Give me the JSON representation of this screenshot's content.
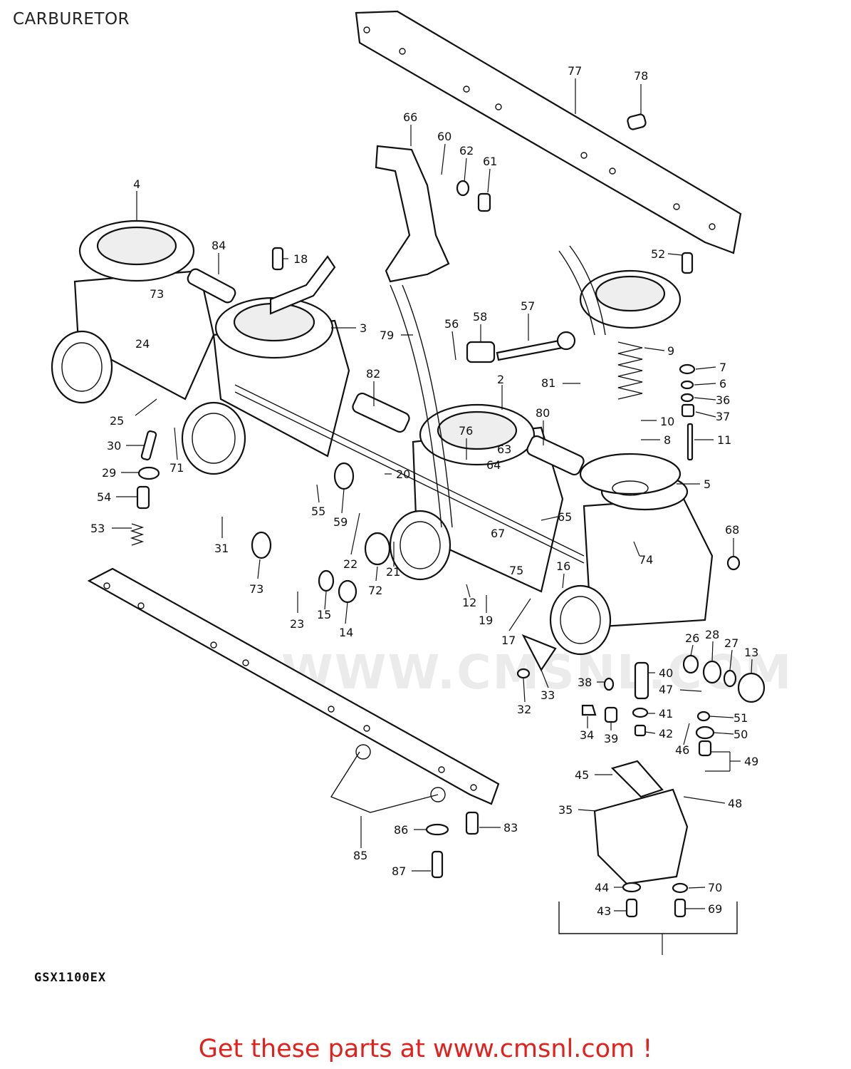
{
  "title": "CARBURETOR",
  "model": "GSX1100EX",
  "footer": "Get these parts at www.cmsnl.com !",
  "watermark": "WWW.CMSNL.COM",
  "callouts": [
    "77",
    "78",
    "66",
    "60",
    "62",
    "61",
    "4",
    "84",
    "18",
    "73",
    "3",
    "52",
    "9",
    "7",
    "6",
    "36",
    "37",
    "10",
    "8",
    "11",
    "5",
    "56",
    "58",
    "57",
    "79",
    "81",
    "24",
    "82",
    "2",
    "80",
    "76",
    "63",
    "64",
    "25",
    "30",
    "71",
    "29",
    "20",
    "65",
    "54",
    "55",
    "59",
    "68",
    "53",
    "31",
    "22",
    "74",
    "67",
    "75",
    "73",
    "21",
    "16",
    "72",
    "12",
    "19",
    "23",
    "15",
    "14",
    "17",
    "26",
    "28",
    "27",
    "13",
    "40",
    "38",
    "47",
    "33",
    "41",
    "51",
    "32",
    "34",
    "39",
    "42",
    "50",
    "46",
    "49",
    "45",
    "48",
    "35",
    "86",
    "83",
    "85",
    "87",
    "44",
    "70",
    "43",
    "69"
  ]
}
